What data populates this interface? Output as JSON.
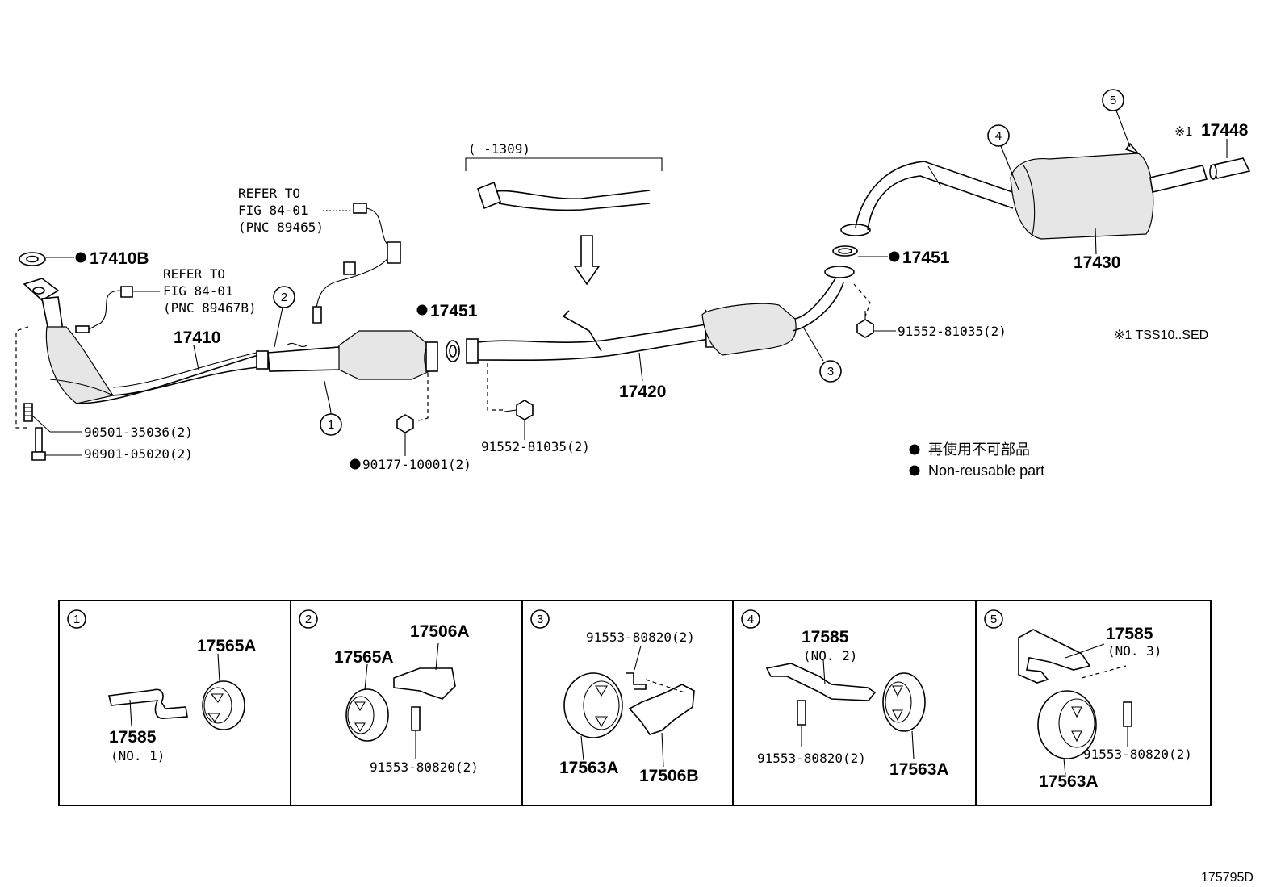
{
  "parts": {
    "p17410B": "17410B",
    "p17410": "17410",
    "p17451_left": "17451",
    "p17451_right": "17451",
    "p17420": "17420",
    "p17430": "17430",
    "p17448": "17448",
    "p90501": "90501-35036(2)",
    "p90901": "90901-05020(2)",
    "p90177": "90177-10001(2)",
    "p91552_left": "91552-81035(2)",
    "p91552_right": "91552-81035(2)"
  },
  "refs": {
    "ref1_line1": "REFER TO",
    "ref1_line2": "FIG 84-01",
    "ref1_line3": "(PNC 89465)",
    "ref2_line1": "REFER TO",
    "ref2_line2": "FIG 84-01",
    "ref2_line3": "(PNC 89467B)"
  },
  "variant_bracket": "(     -1309)",
  "mark_17448": "※1",
  "note_1": "※1   TSS10..SED",
  "legend": {
    "jp": "再使用不可部品",
    "en": "Non-reusable part"
  },
  "callouts": [
    "①",
    "②",
    "③",
    "④",
    "⑤"
  ],
  "callout_labels": [
    "1",
    "2",
    "3",
    "4",
    "5"
  ],
  "details": {
    "d1": {
      "part_a": "17565A",
      "part_b": "17585",
      "part_b_sub": "(NO. 1)"
    },
    "d2": {
      "part_a": "17565A",
      "part_b": "17506A",
      "bolt": "91553-80820(2)"
    },
    "d3": {
      "bolt": "91553-80820(2)",
      "part_a": "17563A",
      "part_b": "17506B"
    },
    "d4": {
      "part_a": "17585",
      "part_a_sub": "(NO. 2)",
      "bolt": "91553-80820(2)",
      "part_b": "17563A"
    },
    "d5": {
      "part_a": "17585",
      "part_a_sub": "(NO. 3)",
      "part_b": "17563A",
      "bolt": "91553-80820(2)"
    }
  },
  "figure_id": "175795D"
}
